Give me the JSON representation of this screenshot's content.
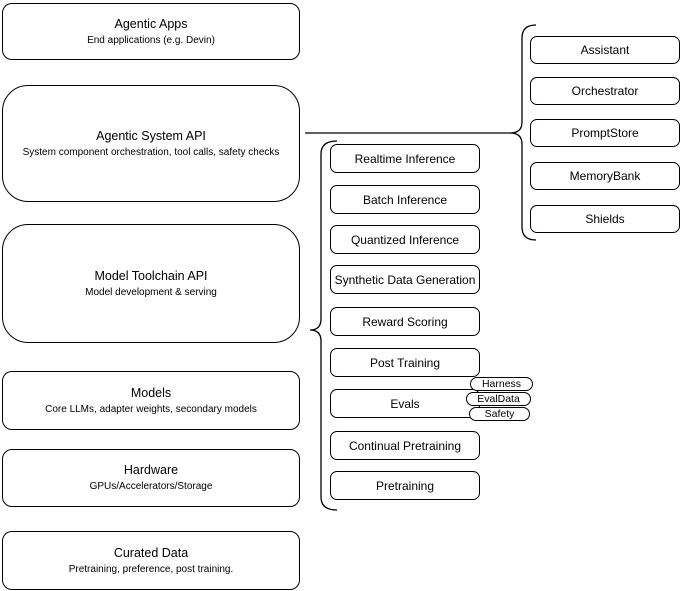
{
  "diagram": {
    "stack": [
      {
        "title": "Agentic Apps",
        "subtitle": "End applications (e.g. Devin)"
      },
      {
        "title": "Agentic System API",
        "subtitle": "System component orchestration, tool calls, safety checks"
      },
      {
        "title": "Model Toolchain API",
        "subtitle": "Model development & serving"
      },
      {
        "title": "Models",
        "subtitle": "Core LLMs, adapter weights, secondary models"
      },
      {
        "title": "Hardware",
        "subtitle": "GPUs/Accelerators/Storage"
      },
      {
        "title": "Curated Data",
        "subtitle": "Pretraining, preference, post training."
      }
    ],
    "toolchain_api_components": [
      "Realtime Inference",
      "Batch Inference",
      "Quantized Inference",
      "Synthetic Data Generation",
      "Reward Scoring",
      "Post Training",
      "Evals",
      "Continual Pretraining",
      "Pretraining"
    ],
    "evals_tags": [
      "Harness",
      "EvalData",
      "Safety"
    ],
    "system_api_components": [
      "Assistant",
      "Orchestrator",
      "PromptStore",
      "MemoryBank",
      "Shields"
    ],
    "colors": {
      "stroke": "#000000",
      "fill": "#ffffff",
      "text": "#000000"
    }
  }
}
